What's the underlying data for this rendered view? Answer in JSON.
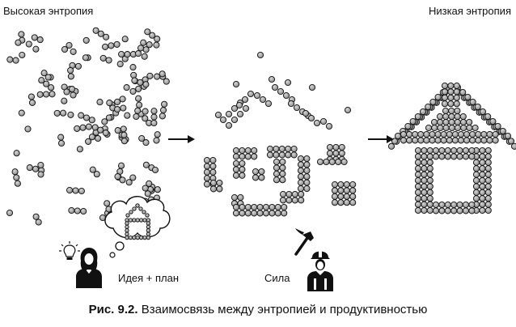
{
  "labels": {
    "high_entropy": "Высокая энтропия",
    "low_entropy": "Низкая энтропия",
    "idea_plan": "Идея + план",
    "force": "Сила"
  },
  "caption": {
    "prefix": "Рис. 9.2.",
    "text": "Взаимосвязь между энтропией и продуктивностью"
  },
  "icons": {
    "lightbulb": "lightbulb-icon",
    "thinker": "person-icon",
    "thought_cloud": "thought-cloud-icon",
    "hammer": "hammer-icon",
    "worker": "worker-icon",
    "arrow": "arrow-right-icon"
  },
  "colors": {
    "dot_fill": "#9a9a9a",
    "dot_stroke": "#111111",
    "ink": "#111111"
  }
}
